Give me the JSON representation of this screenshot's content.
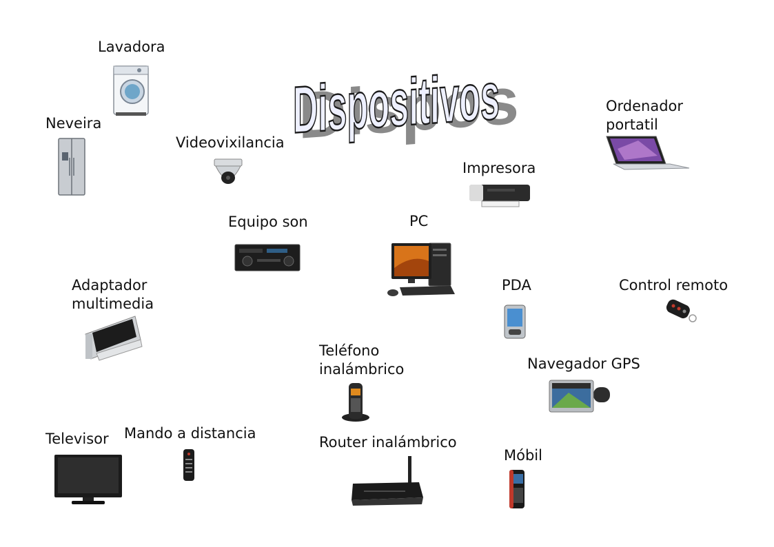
{
  "title": "Dispositivos",
  "devices": {
    "lavadora": "Lavadora",
    "neveira": "Neveira",
    "videovixilancia": "Videovixilancia",
    "ordenador_portatil": "Ordenador\nportatil",
    "impresora": "Impresora",
    "equipo_son": "Equipo son",
    "pc": "PC",
    "adaptador_multimedia": "Adaptador\nmultimedia",
    "pda": "PDA",
    "control_remoto": "Control remoto",
    "telefono_inalambrico": "Teléfono\ninalámbrico",
    "navegador_gps": "Navegador GPS",
    "televisor": "Televisor",
    "mando_a_distancia": "Mando a distancia",
    "router_inalambrico": "Router inalámbrico",
    "mobil": "Móbil"
  },
  "colors": {
    "title_fill": "#eef0ff",
    "title_stroke": "#1a1a1a",
    "title_shadow": "#8a8a8a"
  }
}
